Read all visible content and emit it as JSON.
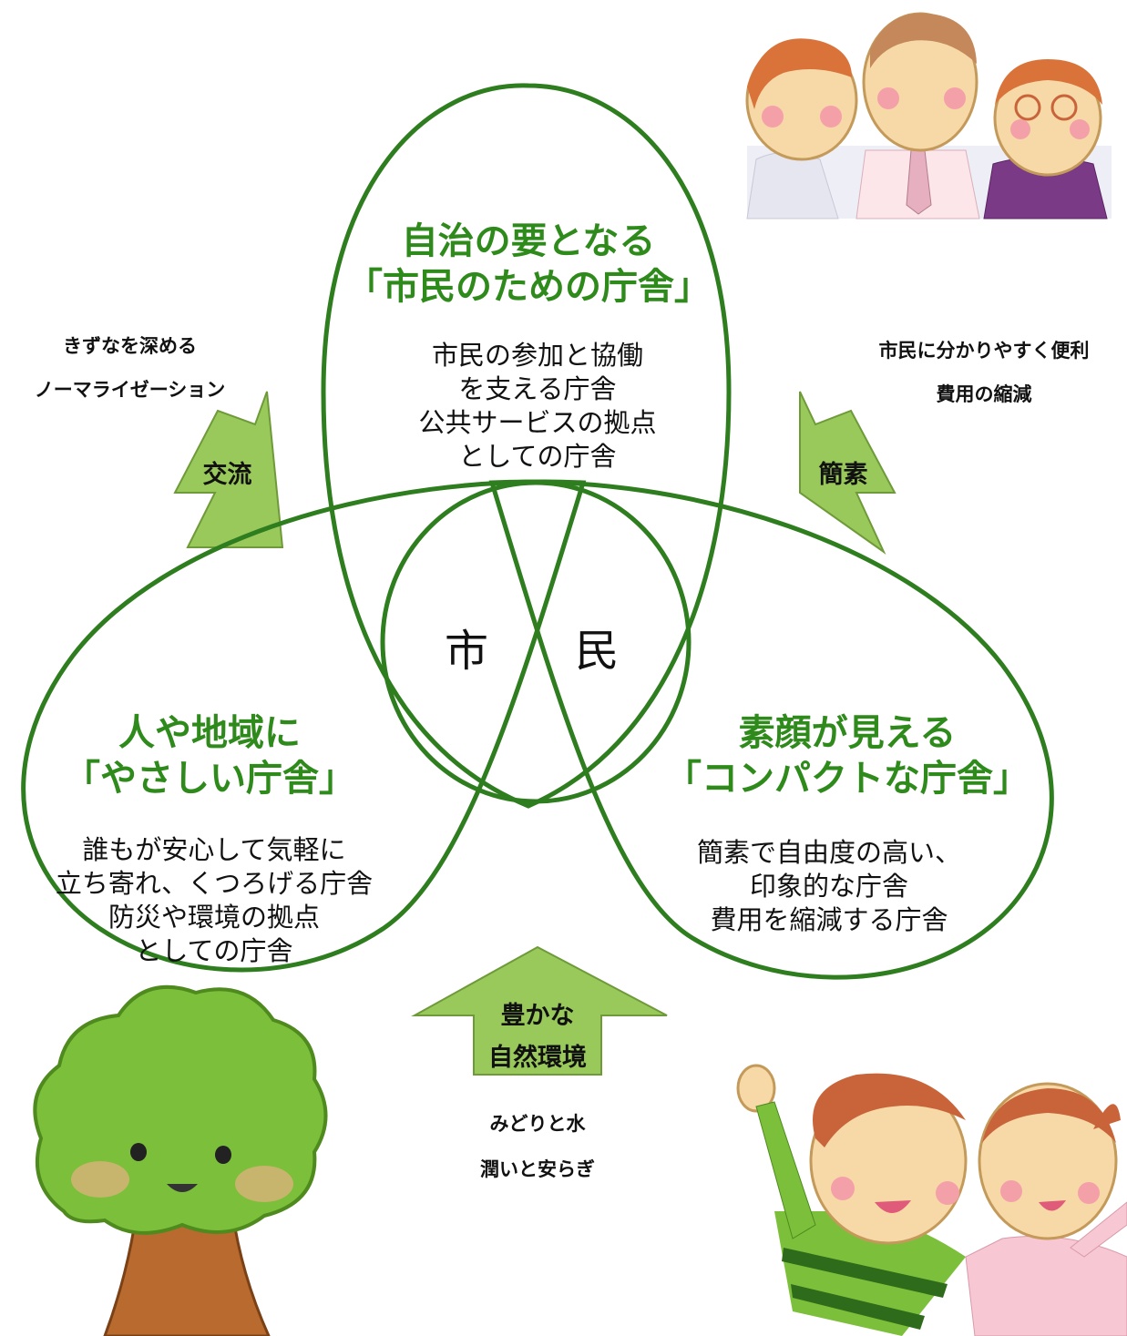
{
  "center": {
    "label": "市 民"
  },
  "top_lobe": {
    "title": [
      "自治の要となる",
      "「市民のための庁舎」"
    ],
    "lines": [
      "市民の参加と協働",
      "を支える庁舎",
      "公共サービスの拠点",
      "としての庁舎"
    ]
  },
  "left_lobe": {
    "title": [
      "人や地域に",
      "「やさしい庁舎」"
    ],
    "lines": [
      "誰もが安心して気軽に",
      "立ち寄れ、くつろげる庁舎",
      "防災や環境の拠点",
      "としての庁舎"
    ]
  },
  "right_lobe": {
    "title": [
      "素顔が見える",
      "「コンパクトな庁舎」"
    ],
    "lines": [
      "簡素で自由度の高い、",
      "印象的な庁舎",
      "費用を縮減する庁舎"
    ]
  },
  "arrows": {
    "left": {
      "label": "交流",
      "captions": [
        "きずなを深める",
        "ノーマライゼーション"
      ]
    },
    "right": {
      "label": "簡素",
      "captions": [
        "市民に分かりやすく便利",
        "費用の縮減"
      ]
    },
    "bottom": {
      "labels": [
        "豊かな",
        "自然環境"
      ],
      "captions": [
        "みどりと水",
        "潤いと安らぎ"
      ]
    }
  },
  "colors": {
    "outline": "#2e7d1e",
    "title_green": "#2f8a1c",
    "arrow_fill": "#99c95a",
    "arrow_stroke": "#6e9a3a"
  },
  "illustrations": [
    "three-adults-illustration",
    "tree-character-illustration",
    "two-children-illustration"
  ]
}
